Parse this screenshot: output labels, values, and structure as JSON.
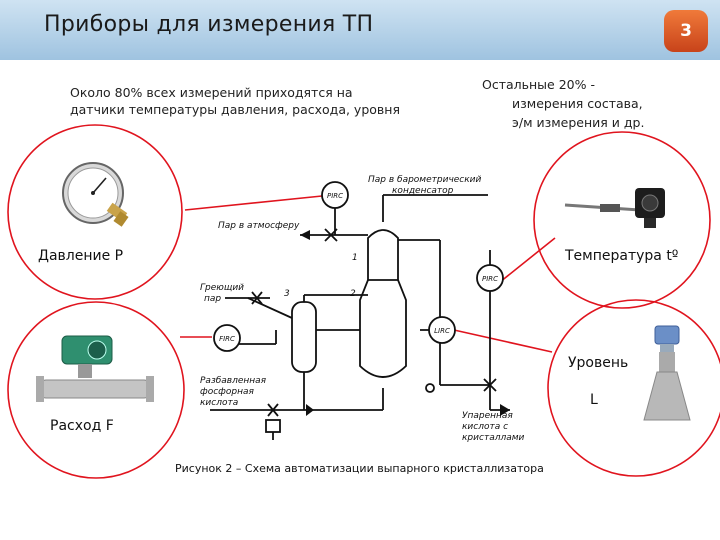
{
  "header": {
    "title": "Приборы для измерения ТП",
    "slide_number": "3"
  },
  "intro": {
    "left_line1": "Около 80% всех измерений приходятся на",
    "left_line2": "датчики температуры давления, расхода, уровня",
    "right_line1": "Остальные 20% -",
    "right_line2": "измерения состава,",
    "right_line3": "э/м измерения и др."
  },
  "sensors": {
    "pressure": "Давление  Р",
    "temperature": "Температура  tº",
    "level_title": "Уровень",
    "level_symbol": "L",
    "flow": "Расход   F"
  },
  "scheme": {
    "steam_to_condenser": "Пар в барометрический",
    "condenser": "конденсатор",
    "steam_to_atmosphere": "Пар в атмосферу",
    "heating_steam_1": "Греющий",
    "heating_steam_2": "пар",
    "acid_1": "Разбавленная",
    "acid_2": "фосфорная",
    "acid_3": "кислота",
    "product_1": "Упаренная",
    "product_2": "кислота с",
    "product_3": "кристаллами",
    "tag_pirc": "PIRC",
    "tag_firc": "FIRC",
    "tag_pirc2": "PIRC",
    "tag_lirc": "LIRC",
    "num_1": "1",
    "num_2": "2",
    "num_3": "3"
  },
  "caption": "Рисунок 2 – Схема автоматизации выпарного кристаллизатора",
  "colors": {
    "leader_line": "#e0141e",
    "circle": "#e0141e",
    "title_bar": "#b5d3ea",
    "badge": "#e05a28"
  }
}
